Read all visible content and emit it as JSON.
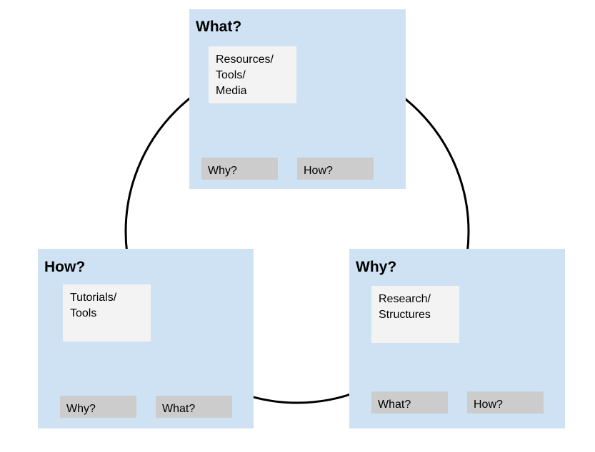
{
  "panels": {
    "what": {
      "title": "What?",
      "content": "Resources/\nTools/\nMedia",
      "links": [
        "Why?",
        "How?"
      ]
    },
    "how": {
      "title": "How?",
      "content": "Tutorials/\nTools",
      "links": [
        "Why?",
        "What?"
      ]
    },
    "why": {
      "title": "Why?",
      "content": "Research/\nStructures",
      "links": [
        "What?",
        "How?"
      ]
    }
  },
  "colors": {
    "panel_background": "#cfe2f3",
    "content_background": "#f3f3f3",
    "link_background": "#cccccc",
    "cycle_stroke": "#000000"
  }
}
